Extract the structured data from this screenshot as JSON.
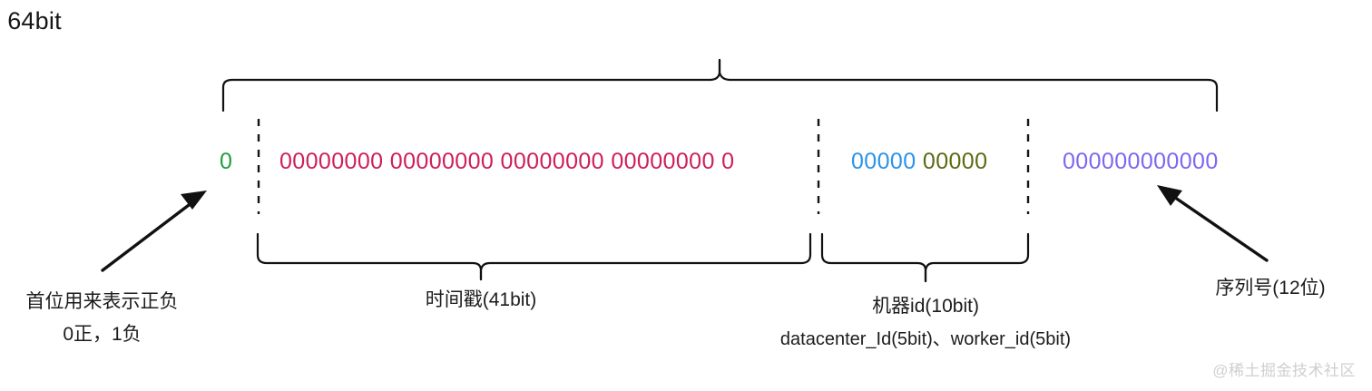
{
  "diagram": {
    "title": "64bit",
    "watermark": "@稀土掘金技术社区",
    "segments": {
      "sign": {
        "bits": "0",
        "color": "#1e9e3e",
        "bit_count": 1,
        "caption_line1": "首位用来表示正负",
        "caption_line2": "0正，1负"
      },
      "timestamp": {
        "bits": "00000000 00000000 00000000 00000000 0",
        "color": "#cf1e5b",
        "bit_count": 41,
        "caption": "时间戳(41bit)"
      },
      "datacenter": {
        "bits": "00000",
        "color": "#2b93e8",
        "bit_count": 5
      },
      "worker": {
        "bits": "00000",
        "color": "#5a6b12",
        "bit_count": 5
      },
      "machine": {
        "caption_line1": "机器id(10bit)",
        "caption_line2": "datacenter_Id(5bit)、worker_id(5bit)",
        "bit_count": 10
      },
      "sequence": {
        "bits": "000000000000",
        "color": "#7b68ee",
        "bit_count": 12,
        "caption": "序列号(12位)"
      }
    }
  }
}
